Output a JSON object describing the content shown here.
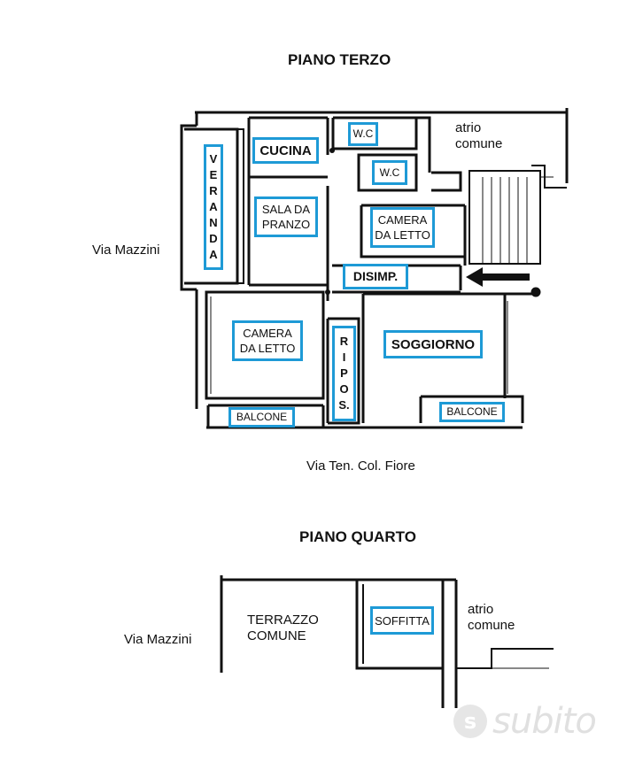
{
  "titles": {
    "floor3": "PIANO TERZO",
    "floor4": "PIANO QUARTO"
  },
  "streets": {
    "west3": "Via Mazzini",
    "south3": "Via Ten. Col. Fiore",
    "west4": "Via Mazzini"
  },
  "rooms3": {
    "veranda": [
      "V",
      "E",
      "R",
      "A",
      "N",
      "D",
      "A"
    ],
    "cucina": "CUCINA",
    "wc1": "W.C",
    "wc2": "W.C",
    "sala": "SALA DA PRANZO",
    "camera1": "CAMERA DA LETTO",
    "disimp": "DISIMP.",
    "camera2": "CAMERA DA LETTO",
    "ripos": [
      "R",
      "I",
      "P",
      "O",
      "S."
    ],
    "soggiorno": "SOGGIORNO",
    "balcone1": "BALCONE",
    "balcone2": "BALCONE",
    "atrio": "atrio comune"
  },
  "rooms4": {
    "terrazzo": "TERRAZZO COMUNE",
    "soffitta": "SOFFITTA",
    "atrio": "atrio comune"
  },
  "watermark": "subito",
  "colors": {
    "label_border": "#1e9ad6",
    "wall": "#111111"
  }
}
